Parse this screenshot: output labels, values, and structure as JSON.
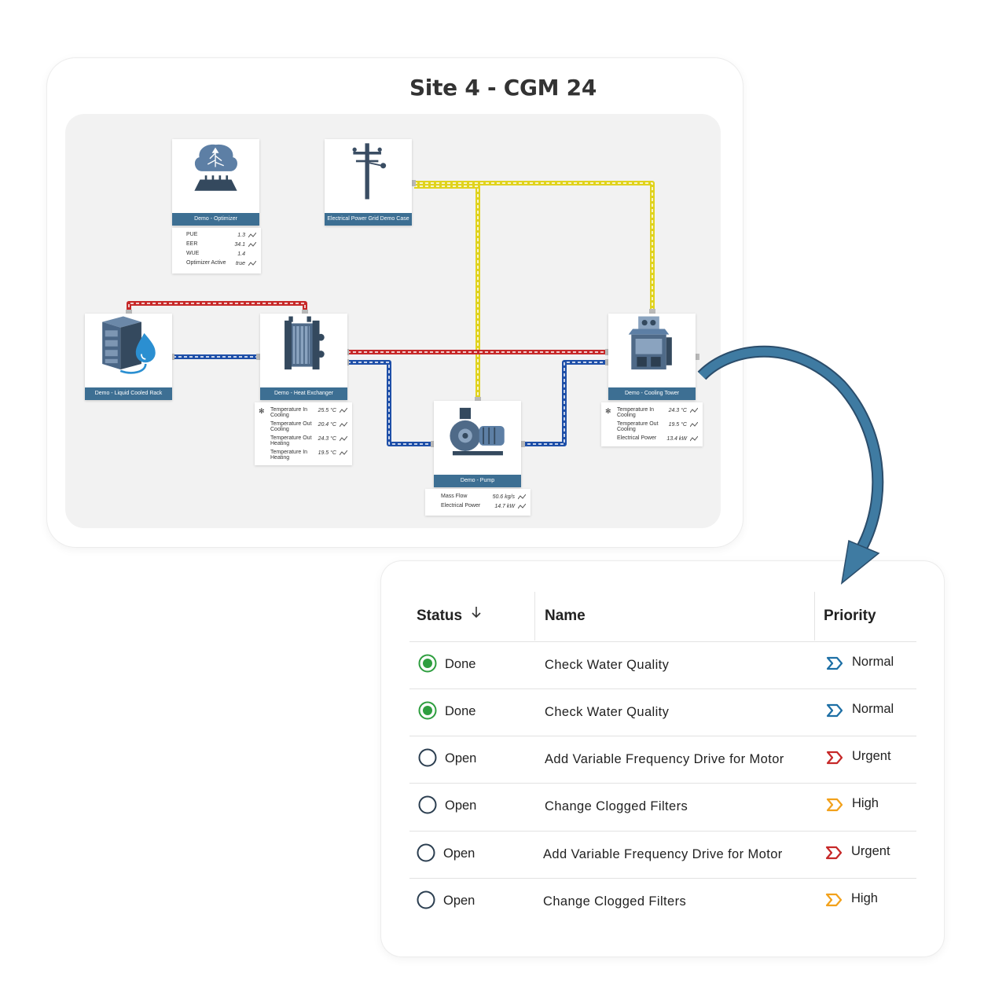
{
  "diagram": {
    "title": "Site 4 - CGM 24",
    "optimizer": {
      "label": "Demo - Optimizer",
      "metrics": [
        {
          "name": "PUE",
          "value": "1.3"
        },
        {
          "name": "EER",
          "value": "34.1"
        },
        {
          "name": "WUE",
          "value": "1.4"
        },
        {
          "name": "Optimizer Active",
          "value": "true"
        }
      ]
    },
    "grid": {
      "label": "Electrical Power Grid Demo Case"
    },
    "rack": {
      "label": "Demo - Liquid Cooled Rack"
    },
    "heat_exchanger": {
      "label": "Demo - Heat Exchanger",
      "metrics": [
        {
          "name": "Temperature In Cooling",
          "value": "25.5 °C"
        },
        {
          "name": "Temperature Out Cooling",
          "value": "20.4 °C"
        },
        {
          "name": "Temperature Out Heating",
          "value": "24.3 °C"
        },
        {
          "name": "Temperature In Heating",
          "value": "19.5 °C"
        }
      ]
    },
    "pump": {
      "label": "Demo - Pump",
      "metrics": [
        {
          "name": "Mass Flow",
          "value": "50.6 kg/s"
        },
        {
          "name": "Electrical Power",
          "value": "14.7 kW"
        }
      ]
    },
    "cooling_tower": {
      "label": "Demo - Cooling Tower",
      "metrics": [
        {
          "name": "Temperature In Cooling",
          "value": "24.3 °C"
        },
        {
          "name": "Temperature Out Cooling",
          "value": "19.5 °C"
        },
        {
          "name": "Electrical Power",
          "value": "13.4 kW"
        }
      ]
    },
    "colors": {
      "hot": "#c62828",
      "cold": "#1e4fa8",
      "power": "#e0d31e",
      "label_bg": "#3d6f93"
    }
  },
  "tasks": {
    "columns": {
      "status": "Status",
      "name": "Name",
      "priority": "Priority"
    },
    "sort_icon": "arrow-down-icon",
    "rows": [
      {
        "status": "Done",
        "name": "Check Water Quality",
        "priority": "Normal"
      },
      {
        "status": "Done",
        "name": "Check Water Quality",
        "priority": "Normal"
      },
      {
        "status": "Open",
        "name": "Add Variable Frequency Drive for Motor",
        "priority": "Urgent"
      },
      {
        "status": "Open",
        "name": "Change Clogged Filters",
        "priority": "High"
      },
      {
        "status": "Open",
        "name": "Add Variable Frequency Drive for Motor",
        "priority": "Urgent"
      },
      {
        "status": "Open",
        "name": "Change Clogged Filters",
        "priority": "High"
      }
    ],
    "colors": {
      "done": "#2e9e3f",
      "open": "#2b3e50",
      "normal": "#1d6fa5",
      "urgent": "#c62828",
      "high": "#f2a11b"
    }
  }
}
